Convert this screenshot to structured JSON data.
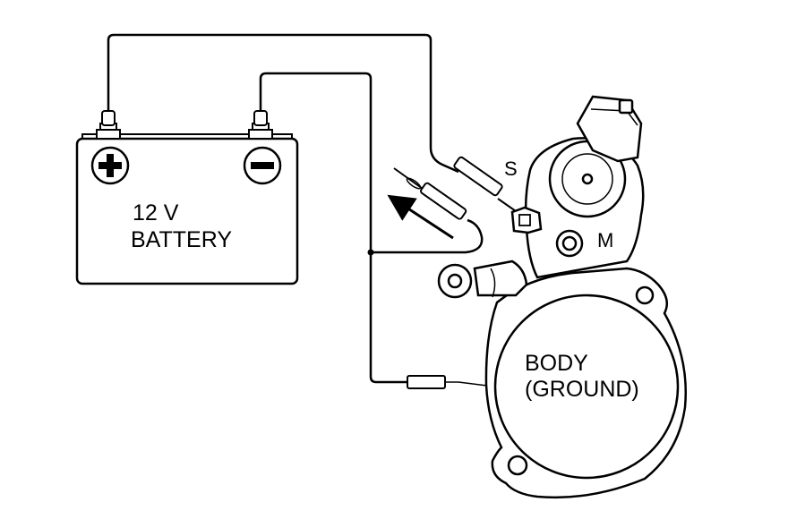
{
  "battery": {
    "voltage_label": "12 V",
    "name_label": "BATTERY",
    "positive_symbol": "plus",
    "negative_symbol": "minus"
  },
  "starter": {
    "terminal_s_label": "S",
    "terminal_m_label": "M",
    "body_label_line1": "BODY",
    "body_label_line2": "(GROUND)"
  },
  "annotations": {
    "arrow": "disconnect-direction-arrow"
  },
  "colors": {
    "line": "#000000",
    "background": "#ffffff"
  }
}
